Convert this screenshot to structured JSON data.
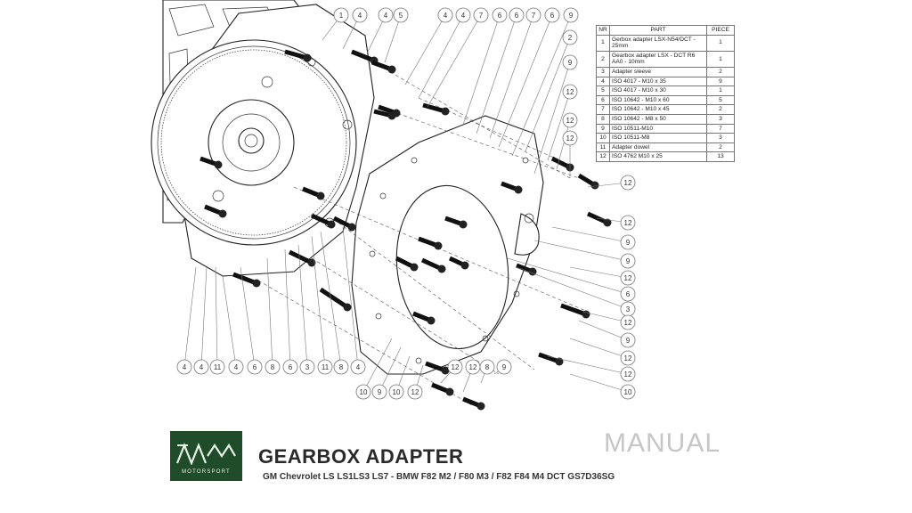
{
  "parts_table": {
    "headers": {
      "nr": "NR",
      "part": "PART",
      "piece": "PIECE"
    },
    "rows": [
      {
        "nr": "1",
        "part": "Gerbox adapter LSX-N54/DCT - 25mm",
        "piece": "1"
      },
      {
        "nr": "2",
        "part": "Gearbox adapter LSX - DCT R6 AA0 - 10mm",
        "piece": "1"
      },
      {
        "nr": "3",
        "part": "Adapter sleeve",
        "piece": "2"
      },
      {
        "nr": "4",
        "part": "ISO 4017 - M10 x 35",
        "piece": "9"
      },
      {
        "nr": "5",
        "part": "ISO 4017 - M10 x 30",
        "piece": "1"
      },
      {
        "nr": "6",
        "part": "ISO 10642 - M10 x 60",
        "piece": "5"
      },
      {
        "nr": "7",
        "part": "ISO 10642 - M10 x 45",
        "piece": "2"
      },
      {
        "nr": "8",
        "part": "ISO 10642 - M8 x 50",
        "piece": "3"
      },
      {
        "nr": "9",
        "part": "ISO 10511-M10",
        "piece": "7"
      },
      {
        "nr": "10",
        "part": "ISO 10511-M8",
        "piece": "3"
      },
      {
        "nr": "11",
        "part": "Adapter dowel",
        "piece": "2"
      },
      {
        "nr": "12",
        "part": "ISO 4762 M10 x 25",
        "piece": "13"
      }
    ]
  },
  "callouts": {
    "top": [
      "1",
      "4",
      "4",
      "5",
      "4",
      "4",
      "7",
      "6",
      "6",
      "7",
      "6",
      "9"
    ],
    "right": [
      "2",
      "9",
      "12",
      "12",
      "12",
      "12",
      "12",
      "9",
      "9",
      "12",
      "6",
      "3",
      "12",
      "9",
      "12",
      "12",
      "10"
    ],
    "bottom": [
      "4",
      "4",
      "11",
      "4",
      "6",
      "8",
      "6",
      "3",
      "11",
      "8",
      "4",
      "10",
      "9",
      "10",
      "12",
      "12",
      "12",
      "8",
      "9"
    ]
  },
  "footer": {
    "logo_text": "MOTORSPORT",
    "title": "GEARBOX ADAPTER",
    "subtitle": "GM Chevrolet LS LS1LS3 LS7 - BMW F82 M2 / F80 M3 / F82 F84 M4 DCT GS7D36SG",
    "manual_label": "MANUAL"
  },
  "colors": {
    "logo_background": "#1f4d2a",
    "manual_label": "#c6c6c6",
    "line": "#222222"
  }
}
